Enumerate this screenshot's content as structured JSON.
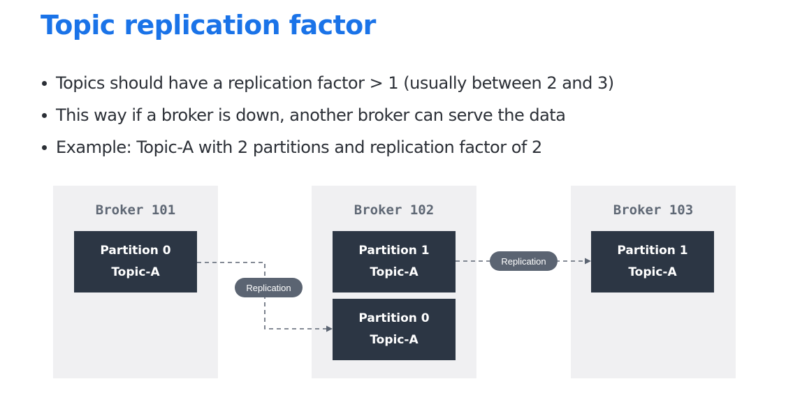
{
  "title": "Topic replication factor",
  "bullets": [
    "Topics should have a replication factor > 1 (usually between 2 and 3)",
    "This way if a broker is down, another broker can serve the data",
    "Example: Topic-A with 2 partitions and replication factor of 2"
  ],
  "brokers": [
    {
      "label": "Broker 101",
      "partitions": [
        {
          "name": "Partition 0",
          "topic": "Topic-A"
        }
      ]
    },
    {
      "label": "Broker 102",
      "partitions": [
        {
          "name": "Partition 1",
          "topic": "Topic-A"
        },
        {
          "name": "Partition 0",
          "topic": "Topic-A"
        }
      ]
    },
    {
      "label": "Broker 103",
      "partitions": [
        {
          "name": "Partition 1",
          "topic": "Topic-A"
        }
      ]
    }
  ],
  "replication_links": [
    {
      "label": "Replication",
      "from": "Broker 101 / Partition 0",
      "to": "Broker 102 / Partition 0"
    },
    {
      "label": "Replication",
      "from": "Broker 102 / Partition 1",
      "to": "Broker 103 / Partition 1"
    }
  ],
  "colors": {
    "title": "#1a73e8",
    "text": "#2b2f36",
    "broker_background": "#f0f0f2",
    "broker_label": "#5e6774",
    "partition_background": "#2c3644",
    "partition_text": "#ffffff",
    "pill_background": "#5b6472",
    "connector": "#5b6472"
  }
}
